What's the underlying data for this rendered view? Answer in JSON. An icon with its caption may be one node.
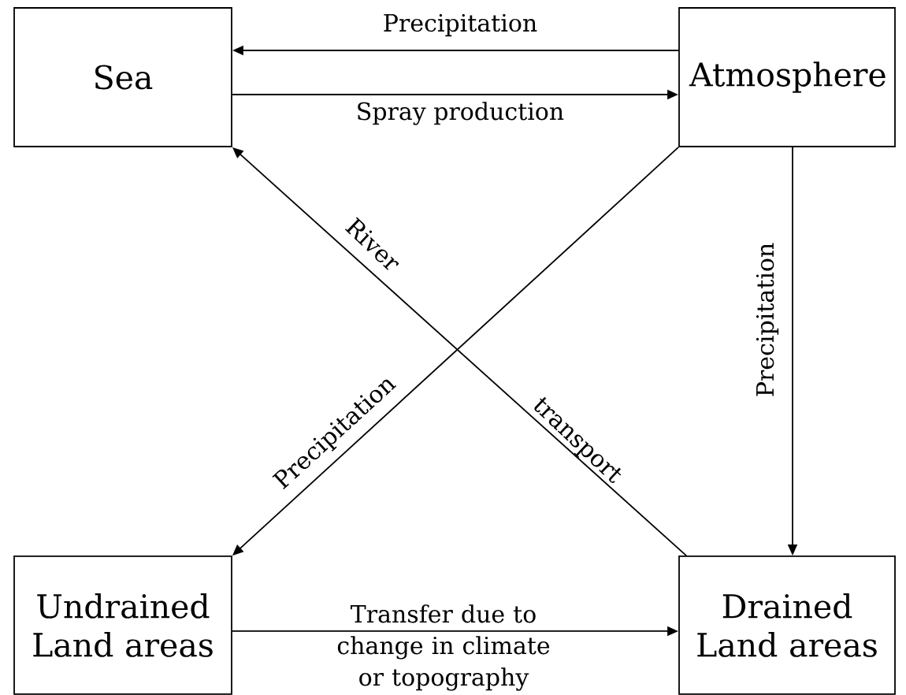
{
  "diagram": {
    "nodes": [
      {
        "text": [
          "Sea"
        ]
      },
      {
        "text": [
          "Atmosphere"
        ]
      },
      {
        "text": [
          "Undrained Land areas"
        ]
      },
      {
        "text": [
          "Drained Land areas"
        ]
      }
    ],
    "edges": [
      {
        "from": 1,
        "to": 0,
        "arrow": "to",
        "label": "Precipitation"
      },
      {
        "from": 0,
        "to": 1,
        "arrow": "to",
        "label": "Spray production"
      },
      {
        "from": 1,
        "to": 3,
        "arrow": "to",
        "label": "Precipitation"
      },
      {
        "from": 1,
        "to": 2,
        "arrow": "to",
        "label": "Precipitation"
      },
      {
        "from": 3,
        "to": 0,
        "arrow": "to",
        "label": "River transport"
      },
      {
        "from": 2,
        "to": 3,
        "arrow": "to",
        "label": "Transfer due to change in climate or topography"
      }
    ]
  }
}
